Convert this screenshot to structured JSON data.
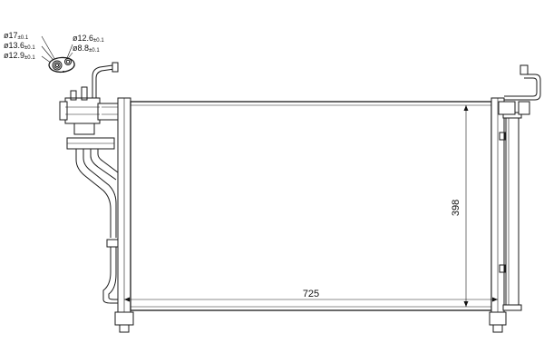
{
  "dimensions": {
    "width_label": "725",
    "height_label": "398"
  },
  "port_callouts": {
    "left_port": {
      "outer": {
        "main": "ø17",
        "tol": "±0.1"
      },
      "mid": {
        "main": "ø13.6",
        "tol": "±0.1"
      },
      "inner": {
        "main": "ø12.9",
        "tol": "±0.1"
      }
    },
    "right_port": {
      "outer": {
        "main": "ø12.6",
        "tol": "±0.1"
      },
      "inner": {
        "main": "ø8.8",
        "tol": "±0.1"
      }
    }
  }
}
